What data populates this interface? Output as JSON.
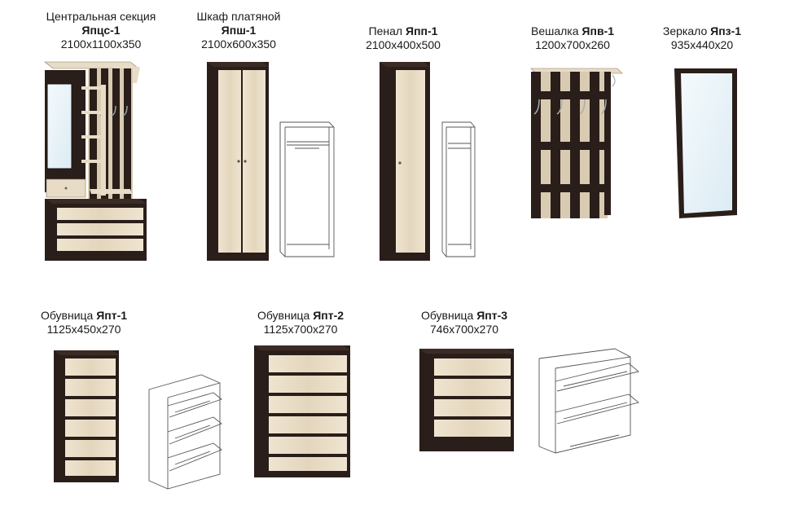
{
  "colors": {
    "wenge": "#2a1e1a",
    "wenge_edge": "#3c2b24",
    "oak": "#e8dcc6",
    "oak_dark": "#d6c6aa",
    "mirror": "#e8f4fb",
    "line": "#555555"
  },
  "items": [
    {
      "id": "yapts-1",
      "name": "Центральная секция",
      "code": "Япцс-1",
      "dims": "2100x1100x350"
    },
    {
      "id": "yapsh-1",
      "name": "Шкаф платяной",
      "code": "Япш-1",
      "dims": "2100x600x350"
    },
    {
      "id": "yapp-1",
      "name": "Пенал",
      "code": "Япп-1",
      "dims": "2100x400x500"
    },
    {
      "id": "yapv-1",
      "name": "Вешалка",
      "code": "Япв-1",
      "dims": "1200x700x260"
    },
    {
      "id": "yapz-1",
      "name": "Зеркало",
      "code": "Япз-1",
      "dims": "935x440x20"
    },
    {
      "id": "yapt-1",
      "name": "Обувница",
      "code": "Япт-1",
      "dims": "1125x450x270"
    },
    {
      "id": "yapt-2",
      "name": "Обувница",
      "code": "Япт-2",
      "dims": "1125x700x270"
    },
    {
      "id": "yapt-3",
      "name": "Обувница",
      "code": "Япт-3",
      "dims": "746x700x270"
    }
  ]
}
